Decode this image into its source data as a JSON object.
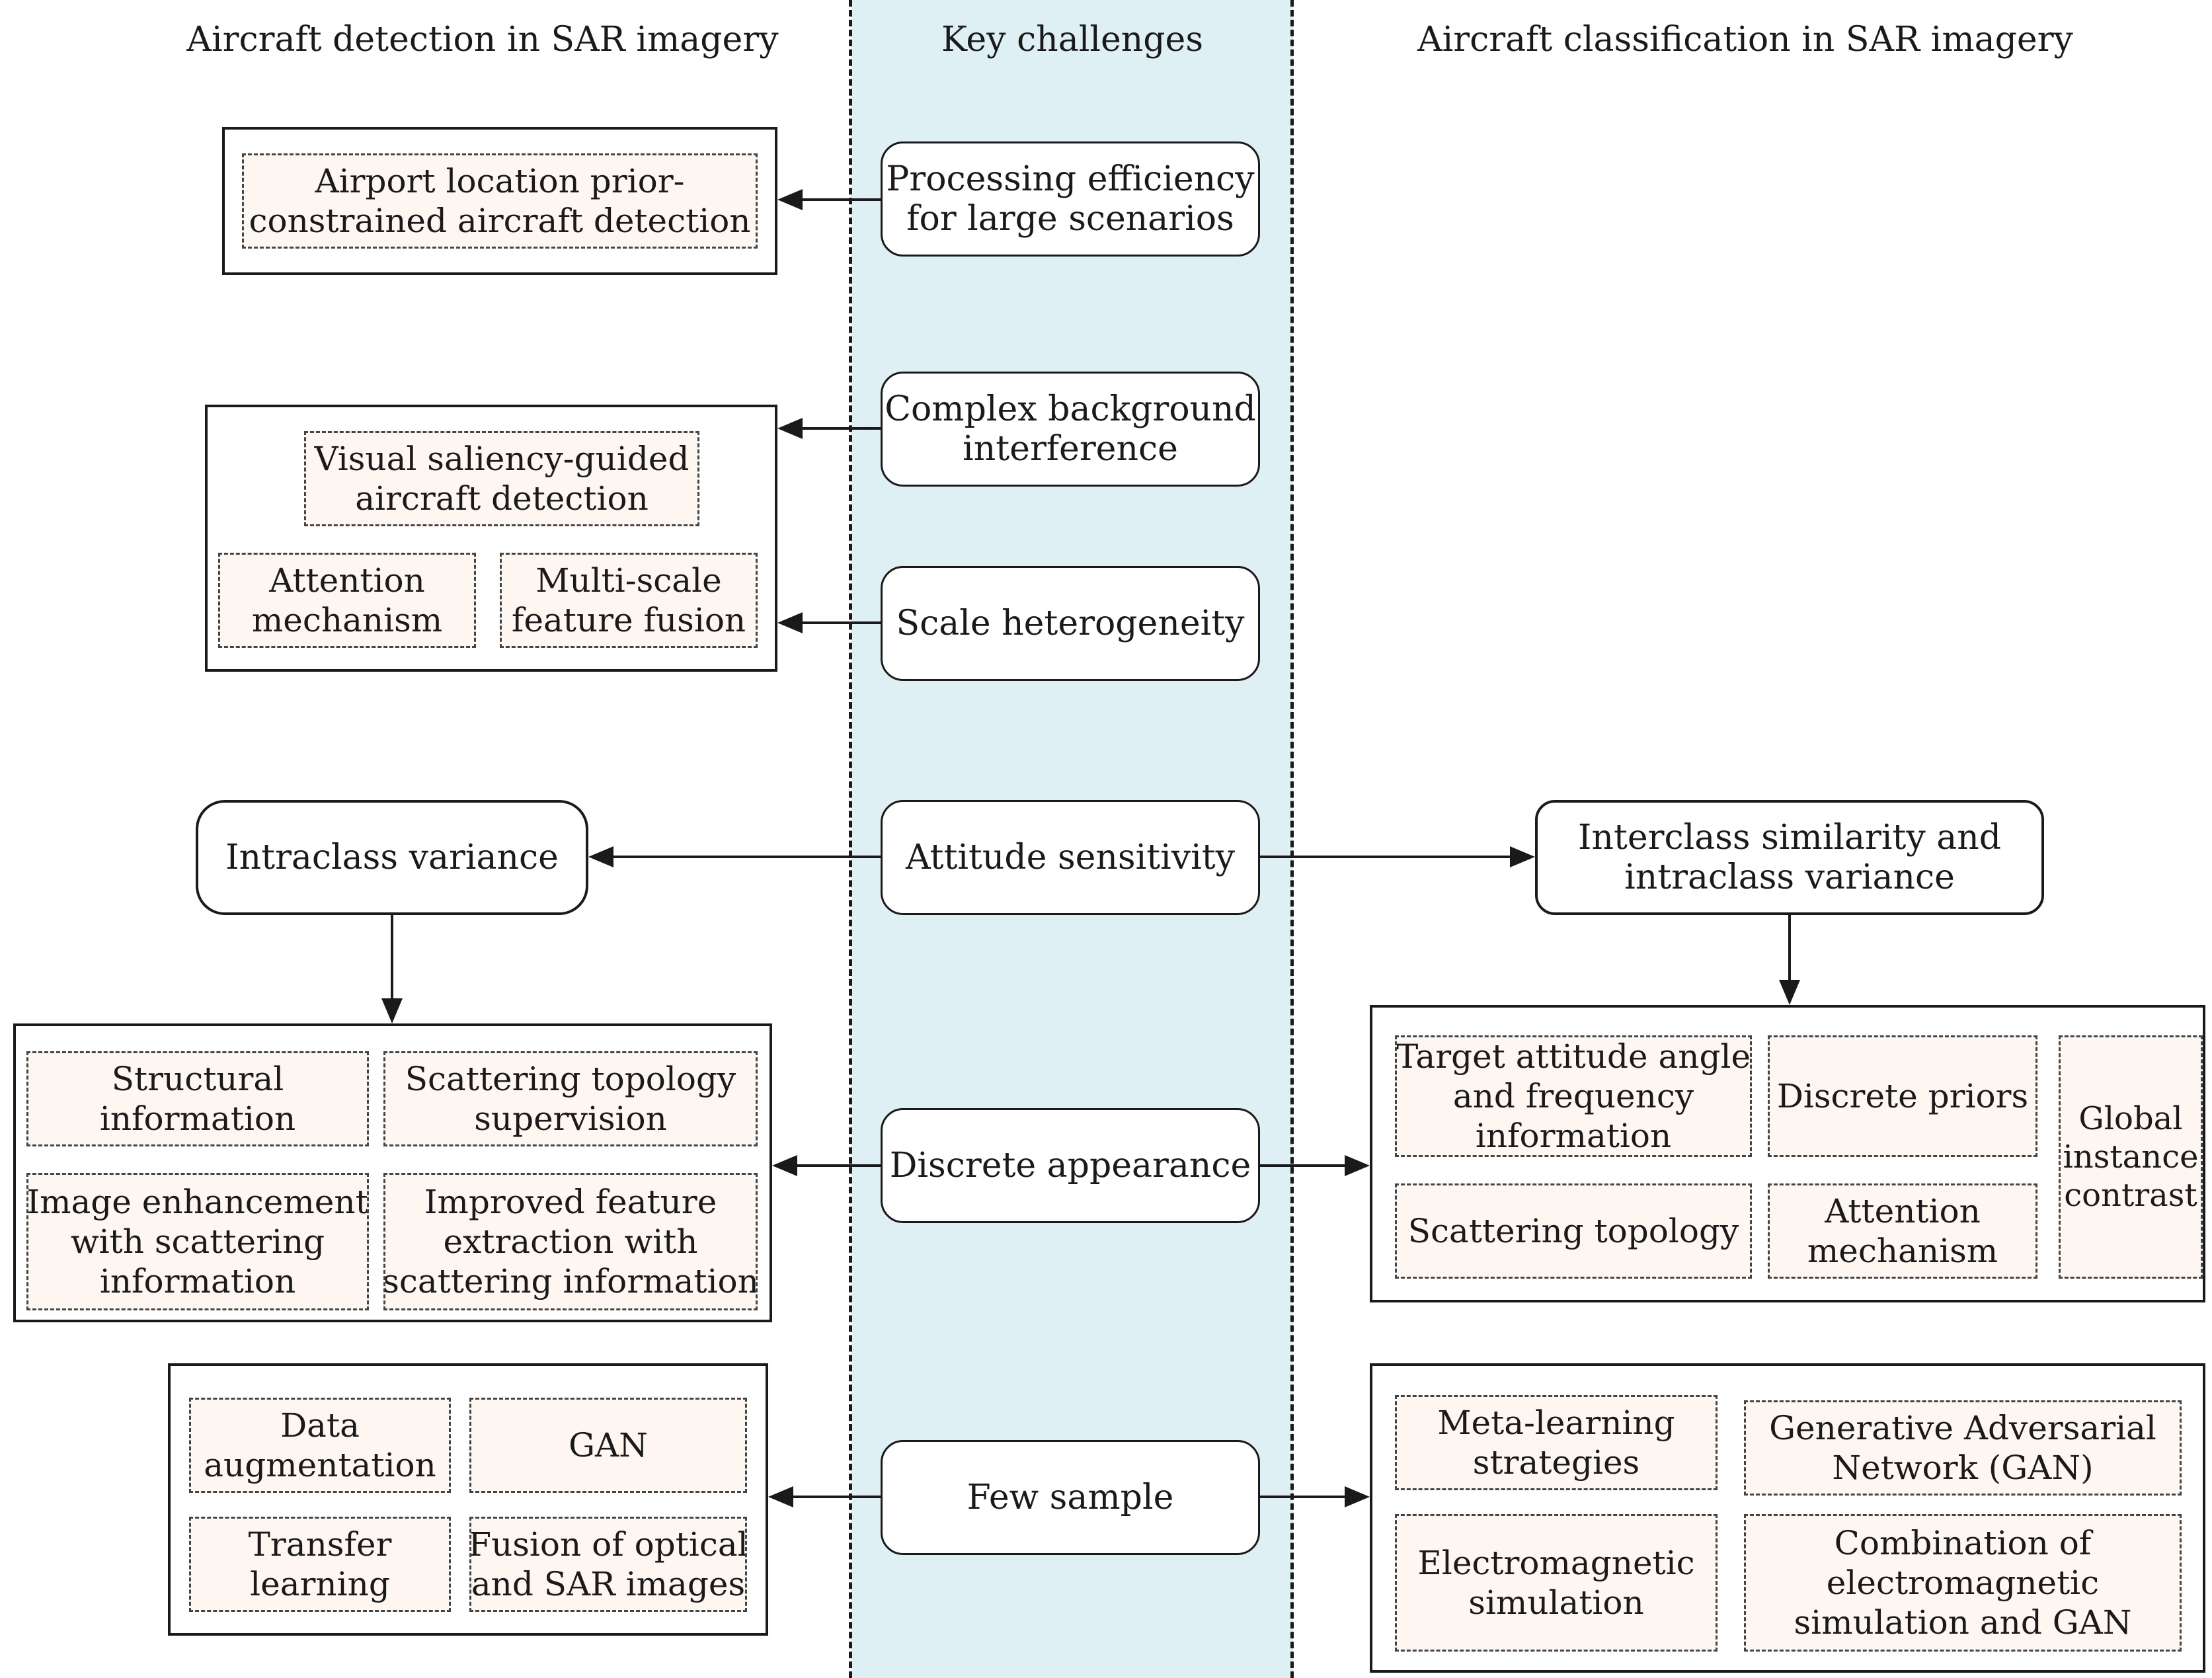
{
  "headers": {
    "left": "Aircraft detection in SAR imagery",
    "center": "Key challenges",
    "right": "Aircraft classification in SAR imagery"
  },
  "challenges": {
    "processing_efficiency": [
      "Processing efficiency",
      "for large scenarios"
    ],
    "complex_background": [
      "Complex background",
      "interference"
    ],
    "scale_heterogeneity": [
      "Scale heterogeneity"
    ],
    "attitude_sensitivity": [
      "Attitude sensitivity"
    ],
    "discrete_appearance": [
      "Discrete appearance"
    ],
    "few_sample": [
      "Few sample"
    ]
  },
  "detection": {
    "airport_prior": [
      "Airport location prior-",
      "constrained aircraft detection"
    ],
    "visual_saliency": [
      "Visual saliency-guided",
      "aircraft detection"
    ],
    "attention": [
      "Attention",
      "mechanism"
    ],
    "multiscale": [
      "Multi-scale",
      "feature fusion"
    ],
    "intraclass_variance": [
      "Intraclass variance"
    ],
    "structural_info": [
      "Structural",
      "information"
    ],
    "scattering_supervision": [
      "Scattering topology",
      "supervision"
    ],
    "image_enhancement": [
      "Image enhancement",
      "with scattering",
      "information"
    ],
    "improved_feature": [
      "Improved feature",
      "extraction with",
      "scattering information"
    ],
    "data_augmentation": [
      "Data",
      "augmentation"
    ],
    "gan": [
      "GAN"
    ],
    "transfer_learning": [
      "Transfer",
      "learning"
    ],
    "fusion_optical_sar": [
      "Fusion of optical",
      "and SAR images"
    ]
  },
  "classification": {
    "interclass_similarity": [
      "Interclass similarity and",
      "intraclass variance"
    ],
    "attitude_angle": [
      "Target attitude angle",
      "and frequency",
      "information"
    ],
    "discrete_priors": [
      "Discrete priors"
    ],
    "global_instance": [
      "Global",
      "instance",
      "contrast"
    ],
    "scattering_topology": [
      "Scattering topology"
    ],
    "attention": [
      "Attention",
      "mechanism"
    ],
    "meta_learning": [
      "Meta-learning",
      "strategies"
    ],
    "gan_full": [
      "Generative Adversarial",
      "Network (GAN)"
    ],
    "em_simulation": [
      "Electromagnetic",
      "simulation"
    ],
    "em_gan": [
      "Combination of",
      "electromagnetic",
      "simulation and GAN"
    ]
  }
}
